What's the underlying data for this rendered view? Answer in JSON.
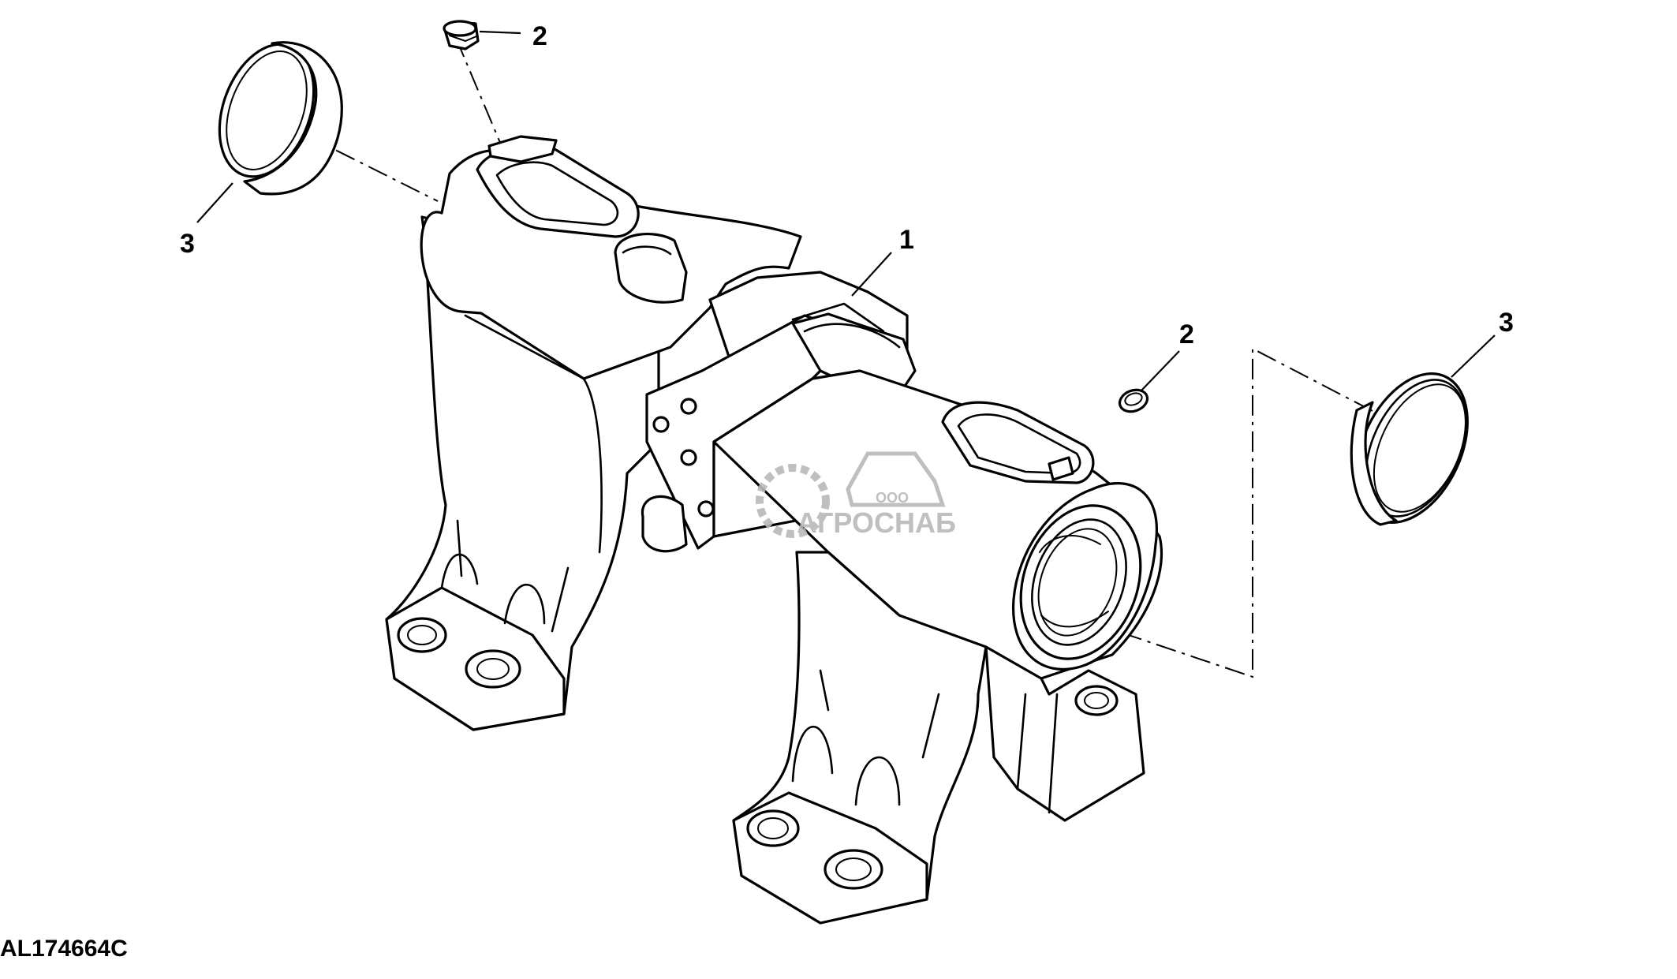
{
  "figure_id": "AL174664C",
  "callouts": {
    "housing": "1",
    "plug_top": "2",
    "plug_right": "2",
    "cap_left": "3",
    "cap_right": "3"
  },
  "watermark": {
    "line1": "ООО",
    "line2": "АГРОСНАБ"
  },
  "colors": {
    "line": "#000000",
    "background": "#ffffff",
    "watermark": "#b9b9b9"
  }
}
